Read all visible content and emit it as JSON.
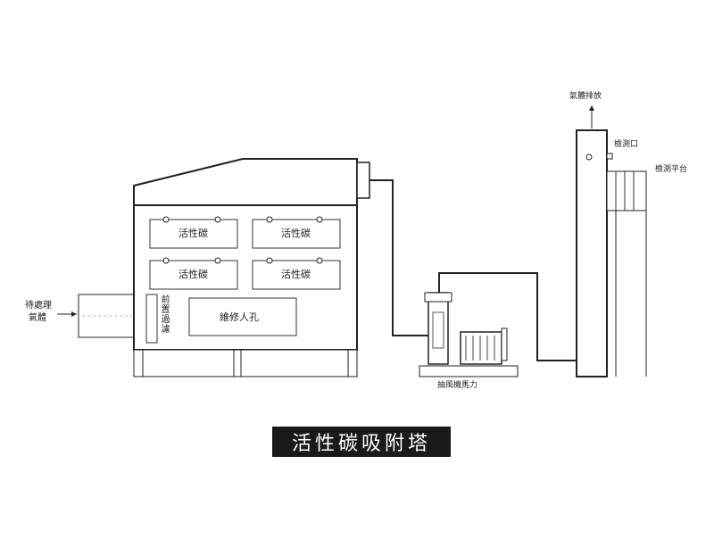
{
  "title": "活性碳吸附塔",
  "inlet_label": [
    "待處理",
    "氣體"
  ],
  "modules": [
    "活性碳",
    "活性碳",
    "活性碳",
    "活性碳"
  ],
  "prefilter_label": "前置過濾",
  "manhole_label": "維修人孔",
  "fan_label": "抽風機馬力",
  "exhaust_label": "氣體排放",
  "sample_port_label": "檢測口",
  "platform_label": "檢測平台",
  "colors": {
    "line": "#1a1a1a",
    "title_bg": "#1a1a1a",
    "title_fg": "#ffffff"
  }
}
